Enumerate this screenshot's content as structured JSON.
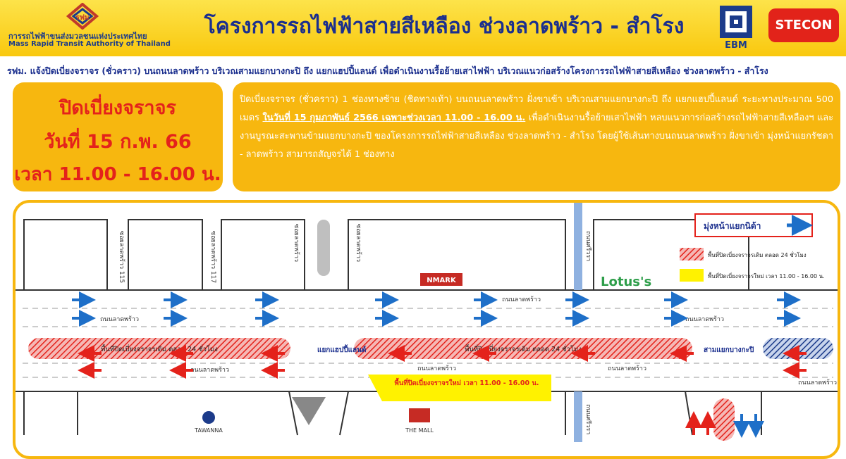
{
  "header": {
    "org_th": "การรถไฟฟ้าขนส่งมวลชนแห่งประเทศไทย",
    "org_en": "Mass Rapid Transit Authority of Thailand",
    "mrta_logo_text": "รฟม",
    "title": "โครงการรถไฟฟ้าสายสีเหลือง ช่วงลาดพร้าว - สำโรง",
    "ebm_text": "EBM",
    "stecon_text": "STECON"
  },
  "notice": "รฟม. แจ้งปิดเบี่ยงจราจร (ชั่วคราว) บนถนนลาดพร้าว บริเวณสามแยกบางกะปิ ถึง แยกแฮปปี้แลนด์ เพื่อดำเนินงานรื้อย้ายเสาไฟฟ้า บริเวณแนวก่อสร้างโครงการรถไฟฟ้าสายสีเหลือง ช่วงลาดพร้าว - สำโรง",
  "summary": {
    "line1": "ปิดเบี่ยงจราจร",
    "line2": "วันที่ 15 ก.พ. 66",
    "line3": "เวลา 11.00 - 16.00 น."
  },
  "detail": {
    "part1": "ปิดเบี่ยงจราจร (ชั่วคราว) 1 ช่องทางซ้าย (ชิดทางเท้า) บนถนนลาดพร้าว ฝั่งขาเข้า บริเวณสามแยกบางกะปิ ถึง แยกแฮปปี้แลนด์ ระยะทางประมาณ 500 เมตร ",
    "highlight": "ในวันที่ 15 กุมภาพันธ์ 2566 เฉพาะช่วงเวลา 11.00 - 16.00 น.",
    "part2": " เพื่อดำเนินงานรื้อย้ายเสาไฟฟ้า หลบแนวการก่อสร้างรถไฟฟ้าสายสีเหลืองฯ และงานบูรณะสะพานข้ามแยกบางกะปิ ของโครงการรถไฟฟ้าสายสีเหลือง ช่วงลาดพร้าว - สำโรง โดยผู้ใช้เส้นทางบนถนนลาดพร้าว ฝั่งขาเข้า มุ่งหน้าแยกรัชดา - ลาดพร้าว สามารถสัญจรได้ 1 ช่องทาง"
  },
  "map": {
    "direction_label": "มุ่งหน้าแยกนิด้า",
    "legend_closed_24h": "พื้นที่ปิดเบี่ยงจราจรเดิม ตลอด 24 ชั่วโมง",
    "legend_closed_new": "พื้นที่ปิดเบี่ยงจราจรใหม่ เวลา 11.00 - 16.00 น.",
    "road_ladprao": "ถนนลาดพร้าว",
    "soi_115": "ซอยลาดพร้าว 115",
    "soi_117": "ซอยลาดพร้าว 117",
    "soi_ladprao": "ซอยลาดพร้าว",
    "road_sriwara": "ถนนศรีวรา",
    "zone_closed_24h": "พื้นที่ปิดเบี่ยงจราจรเดิม ตลอด 24 ชั่วโมง",
    "zone_closed_new": "พื้นที่ปิดเบี่ยงจราจรใหม่ เวลา 11.00 - 16.00 น.",
    "junction_happyland": "แยกแฮปปี้แลนด์",
    "junction_bangkapi": "สามแยกบางกะปิ",
    "landmark_nmark": "NMARK",
    "landmark_lotus": "Lotus's",
    "landmark_tawanna": "TAWANNA",
    "landmark_mall": "THE MALL",
    "colors": {
      "header_yellow": "#f9c80e",
      "box_orange": "#f7b70f",
      "title_blue": "#1b2f8e",
      "closed_red": "#e4221b",
      "new_closure_yellow": "#fff200",
      "arrow_blue": "#1e6fc8",
      "canal_blue": "#8fb1e0"
    }
  }
}
